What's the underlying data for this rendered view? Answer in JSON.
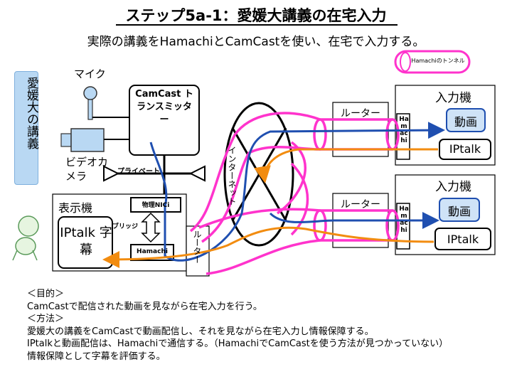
{
  "title": "ステップ5a-1：愛媛大講義の在宅入力",
  "subtitle": "実際の講義をHamachiとCamCastを使い、在宅で入力する。",
  "legend": {
    "label": "Hamachiのトンネル",
    "color": "#ff33cc"
  },
  "sidebar": {
    "label": "愛媛大の講義"
  },
  "source": {
    "mic_label": "マイク",
    "video_camera_label": "ビデオカメラ",
    "transmitter_label": "CamCast トランスミッター",
    "private_label": "プライベート"
  },
  "display_machine": {
    "title": "表示機",
    "iptalk_label": "IPtalk 字幕",
    "physical_nic_label": "物理NICi",
    "bridge_label": "ブリッジ",
    "hamachi_label": "Hamachi"
  },
  "network": {
    "local_router_label": "ルーター",
    "internet_label": "インターネット",
    "remote_router_label": "ルーター",
    "remote_hamachi_label": "Hamachi"
  },
  "input_machines": [
    {
      "title": "入力機",
      "video_label": "動画",
      "iptalk_label": "IPtalk"
    },
    {
      "title": "入力機",
      "video_label": "動画",
      "iptalk_label": "IPtalk"
    }
  ],
  "colors": {
    "tunnel": "#ff33cc",
    "video_flow": "#1f4fb0",
    "text_flow": "#f28c10",
    "sidebar": "#b9d8f3",
    "video_box": "#cfe3f7"
  },
  "notes": [
    "＜目的＞",
    "CamCastで配信された動画を見ながら在宅入力を行う。",
    "＜方法＞",
    "愛媛大の講義をCamCastで動画配信し、それを見ながら在宅入力し情報保障する。",
    "IPtalkと動画配信は、Hamachiで通信する。（HamachiでCamCastを使う方法が見つかっていない）",
    "情報保障として字幕を評価する。"
  ]
}
